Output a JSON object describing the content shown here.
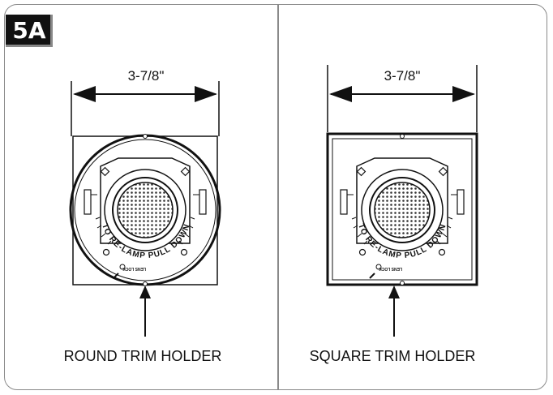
{
  "figure": {
    "badge": "5A",
    "left_panel": {
      "dimension_label": "3-7/8\"",
      "caption": "ROUND TRIM HOLDER",
      "dial_text": "TO RE-LAMP PULL DOWN",
      "lens_lock": "LENS LOCK"
    },
    "right_panel": {
      "dimension_label": "3-7/8\"",
      "caption": "SQUARE TRIM HOLDER",
      "dial_text": "TO RE-LAMP PULL DOWN",
      "lens_lock": "LENS LOCK"
    }
  }
}
